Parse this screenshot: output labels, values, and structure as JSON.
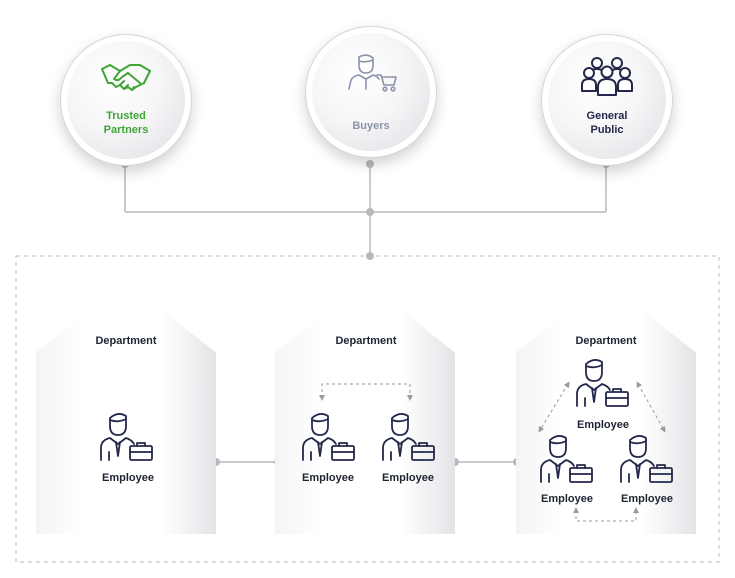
{
  "stakeholders": [
    {
      "label_line1": "Trusted",
      "label_line2": "Partners",
      "icon": "handshake-icon",
      "color": "#3fa535"
    },
    {
      "label_line1": "Buyers",
      "label_line2": "",
      "icon": "buyer-with-cart-icon",
      "color": "#8a93a8"
    },
    {
      "label_line1": "General",
      "label_line2": "Public",
      "icon": "group-of-people-icon",
      "color": "#23284a"
    }
  ],
  "departments": [
    {
      "title": "Department",
      "employees": [
        "Employee"
      ]
    },
    {
      "title": "Department",
      "employees": [
        "Employee",
        "Employee"
      ]
    },
    {
      "title": "Department",
      "employees": [
        "Employee",
        "Employee",
        "Employee"
      ]
    }
  ],
  "colors": {
    "connector": "#b9b9bd",
    "dashed_border": "#c8c8cc",
    "text_dark": "#1f2433",
    "partner_green": "#3fa535",
    "buyer_gray": "#8a93a8",
    "public_navy": "#23284a"
  }
}
